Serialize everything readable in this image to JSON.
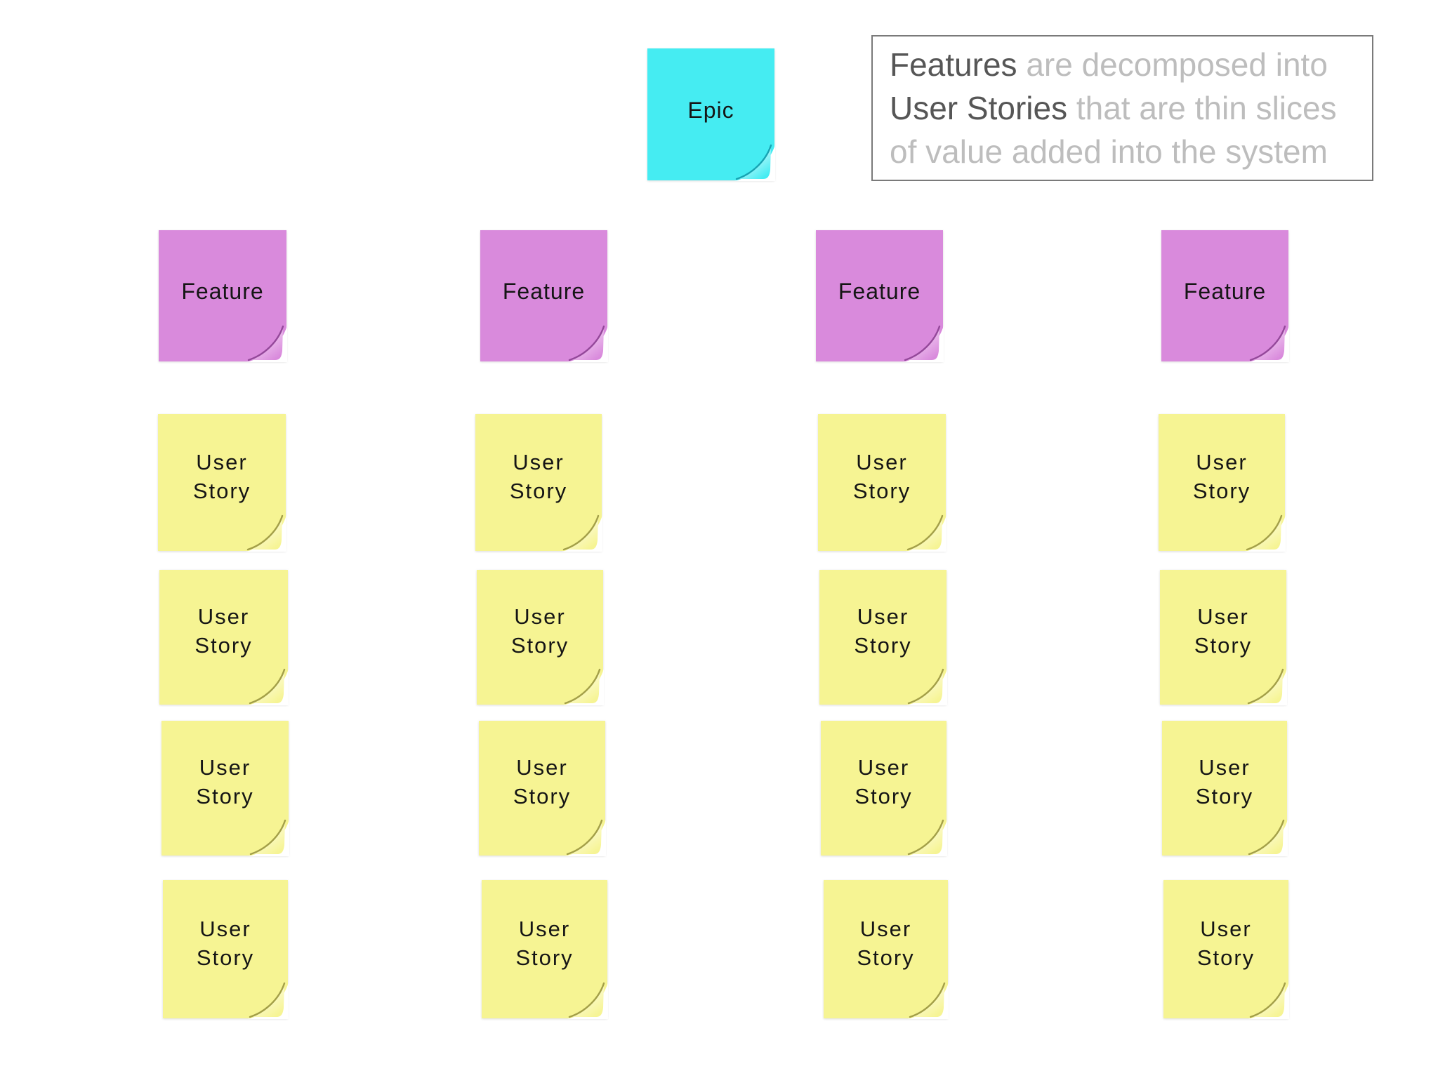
{
  "page": {
    "background": "#ffffff"
  },
  "callout": {
    "lines": [
      {
        "emphasis": "Features ",
        "rest": "are decomposed into"
      },
      {
        "emphasis": "User Stories ",
        "rest": "that are thin slices"
      },
      {
        "emphasis": "",
        "rest": "of value added into the system"
      }
    ],
    "border_color": "#7a7a7a",
    "emphasis_color": "#565656",
    "rest_color": "#bdbdbd"
  },
  "board": {
    "epic_label": "Epic",
    "columns": [
      {
        "feature_label": "Feature",
        "stories": [
          "User Story",
          "User Story",
          "User Story",
          "User Story"
        ]
      },
      {
        "feature_label": "Feature",
        "stories": [
          "User Story",
          "User Story",
          "User Story",
          "User Story"
        ]
      },
      {
        "feature_label": "Feature",
        "stories": [
          "User Story",
          "User Story",
          "User Story",
          "User Story"
        ]
      },
      {
        "feature_label": "Feature",
        "stories": [
          "User Story",
          "User Story",
          "User Story",
          "User Story"
        ]
      }
    ]
  },
  "colors": {
    "epic": {
      "base": "#45ecf2",
      "flap_light": "#b9f8fb",
      "crease": "#17a3b2"
    },
    "feature": {
      "base": "#d98adc",
      "flap_light": "#efc6f0",
      "crease": "#94489a"
    },
    "story": {
      "base": "#f6f493",
      "flap_light": "#fcfbd2",
      "crease": "#a39f48"
    }
  }
}
